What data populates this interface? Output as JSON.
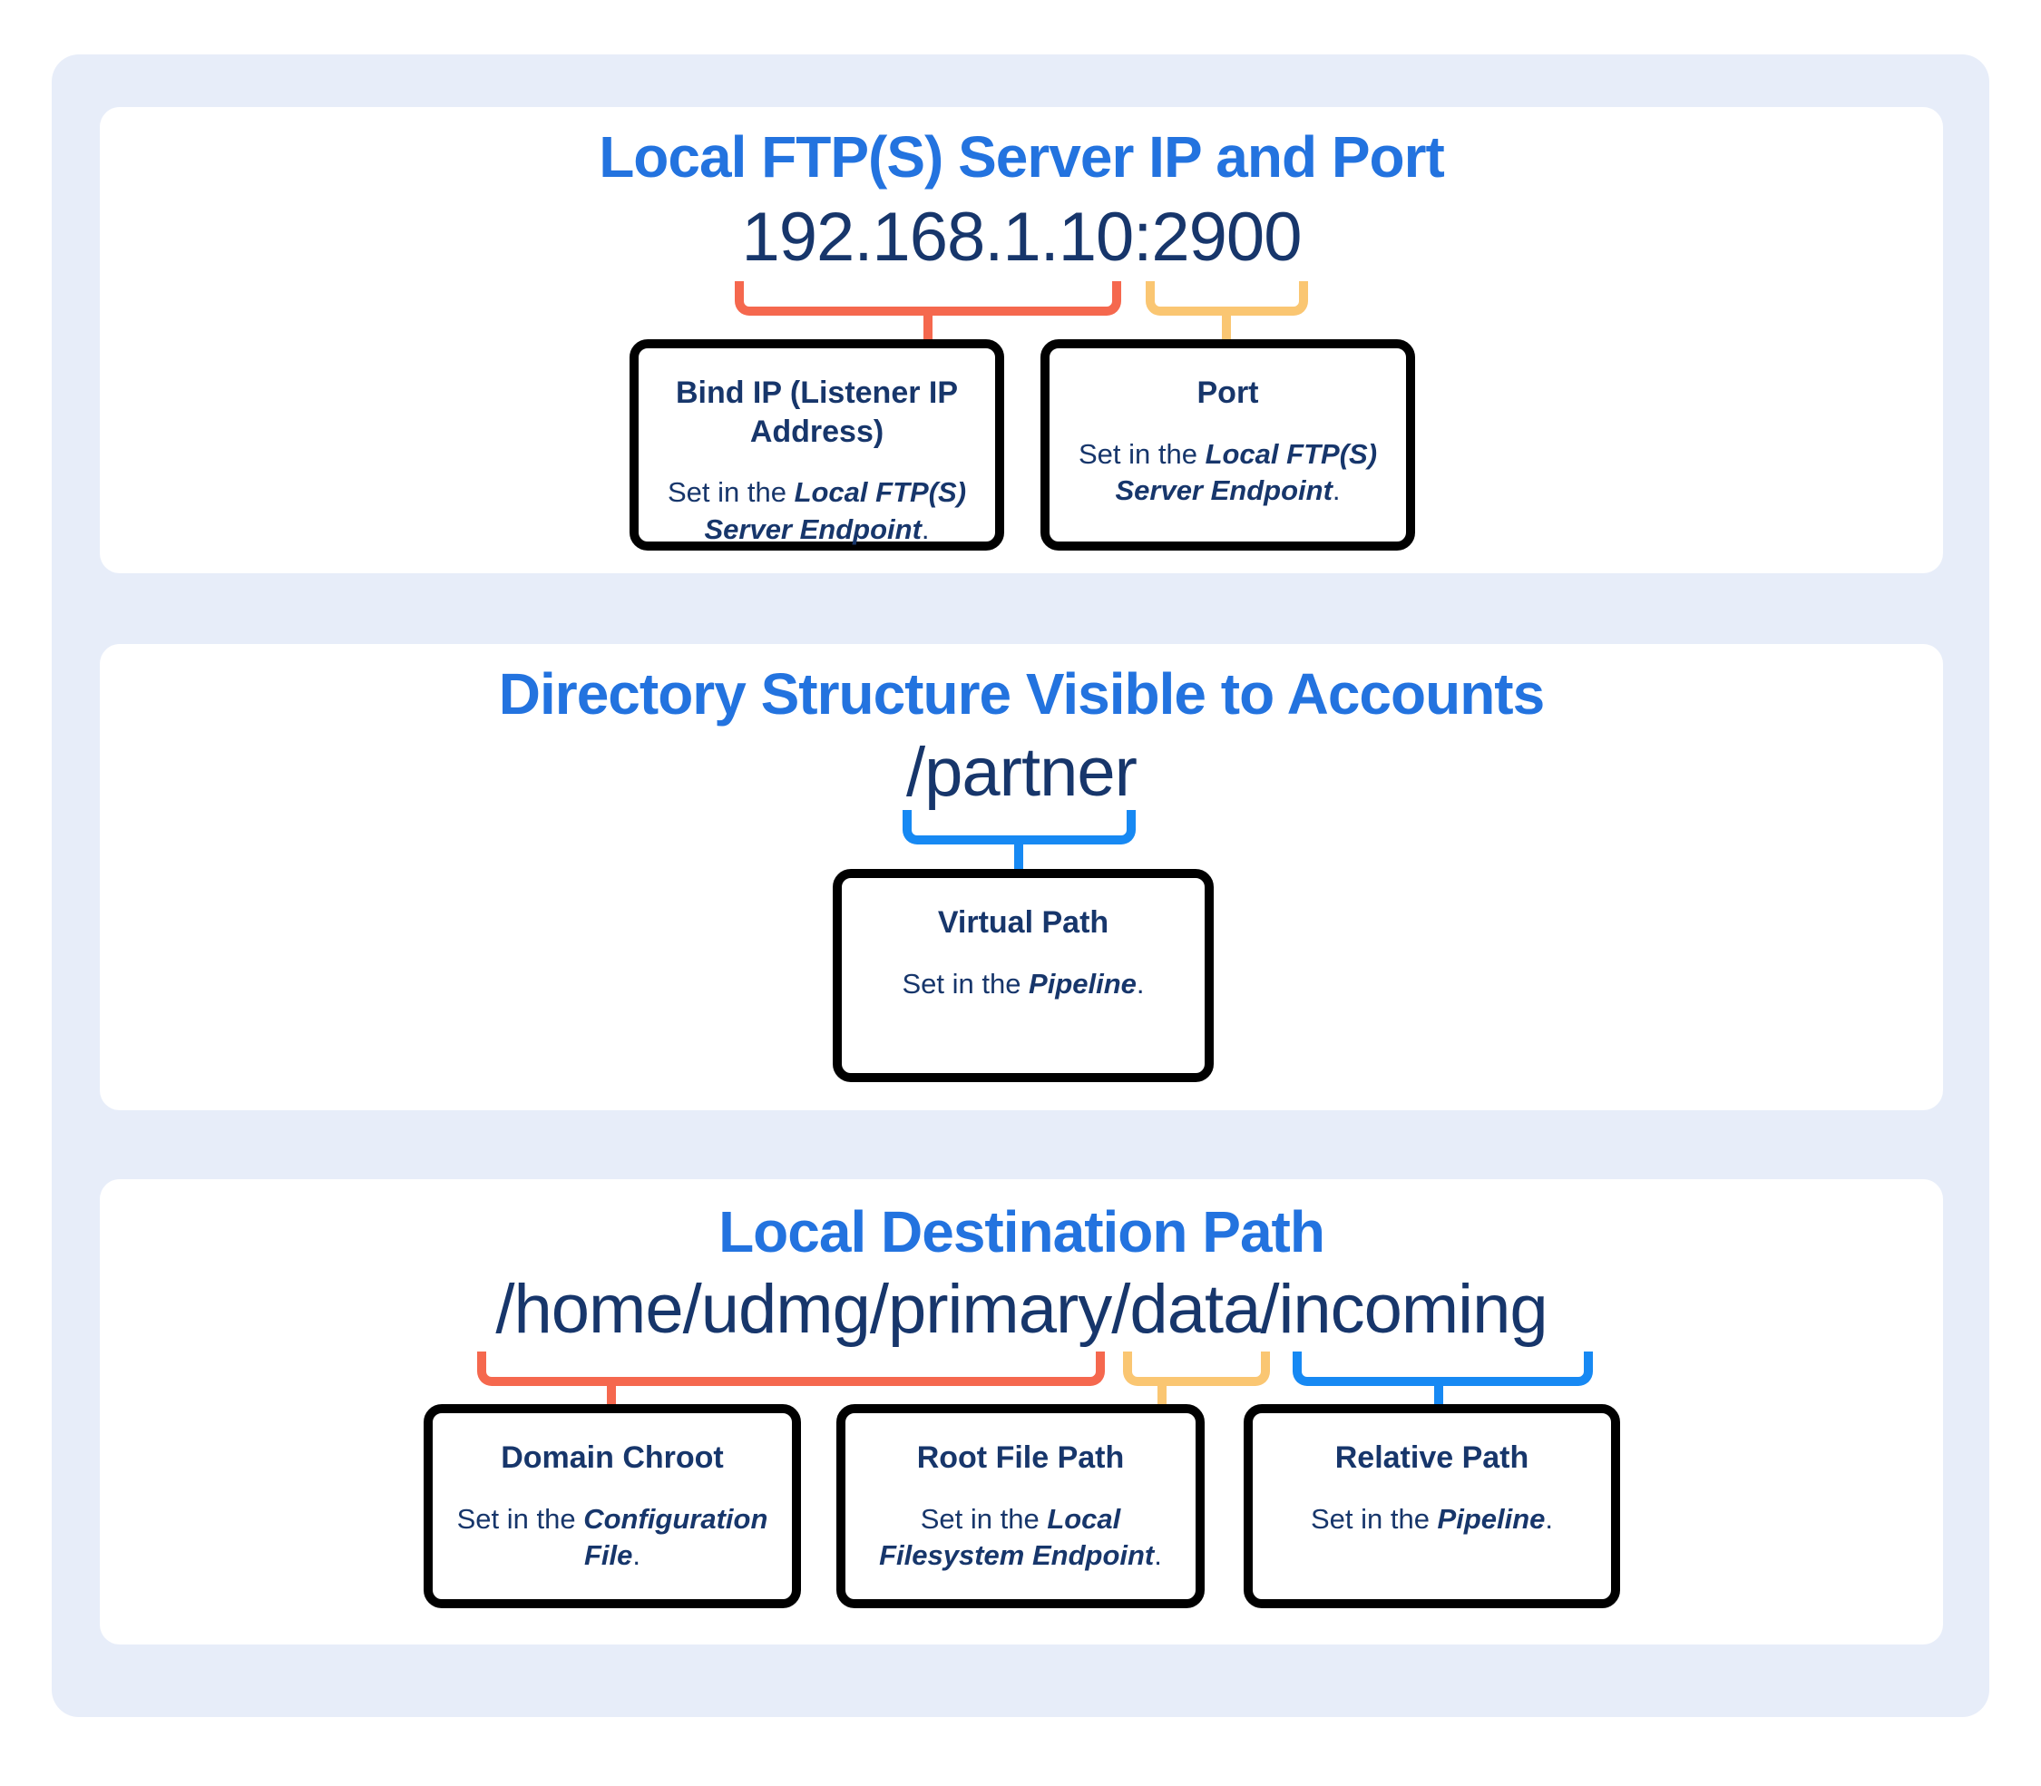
{
  "colors": {
    "heading_blue": "#2373DF",
    "navy_text": "#17366B",
    "accent_orange": "#F5684E",
    "accent_yellow": "#FAC672",
    "accent_blue": "#1789F3",
    "container_bg": "#E7EDF9"
  },
  "sections": [
    {
      "title": "Local FTP(S) Server IP and Port",
      "value": "192.168.1.10:2900",
      "boxes": [
        {
          "accent": "orange",
          "title": "Bind IP (Listener IP Address)",
          "body_prefix": "Set in the ",
          "body_em": "Local FTP(S) Server Endpoint",
          "body_suffix": "."
        },
        {
          "accent": "yellow",
          "title": "Port",
          "body_prefix": "Set in the ",
          "body_em": "Local FTP(S) Server Endpoint",
          "body_suffix": "."
        }
      ]
    },
    {
      "title": "Directory Structure Visible to Accounts",
      "value": "/partner",
      "boxes": [
        {
          "accent": "blue",
          "title": "Virtual Path",
          "body_prefix": "Set in the ",
          "body_em": "Pipeline",
          "body_suffix": "."
        }
      ]
    },
    {
      "title": "Local Destination Path",
      "value": "/home/udmg/primary/data/incoming",
      "boxes": [
        {
          "accent": "orange",
          "title": "Domain Chroot",
          "body_prefix": "Set in the ",
          "body_em": "Configuration File",
          "body_suffix": "."
        },
        {
          "accent": "yellow",
          "title": "Root File Path",
          "body_prefix": "Set in the ",
          "body_em": "Local Filesystem Endpoint",
          "body_suffix": "."
        },
        {
          "accent": "blue",
          "title": "Relative Path",
          "body_prefix": "Set in the ",
          "body_em": "Pipeline",
          "body_suffix": "."
        }
      ]
    }
  ]
}
